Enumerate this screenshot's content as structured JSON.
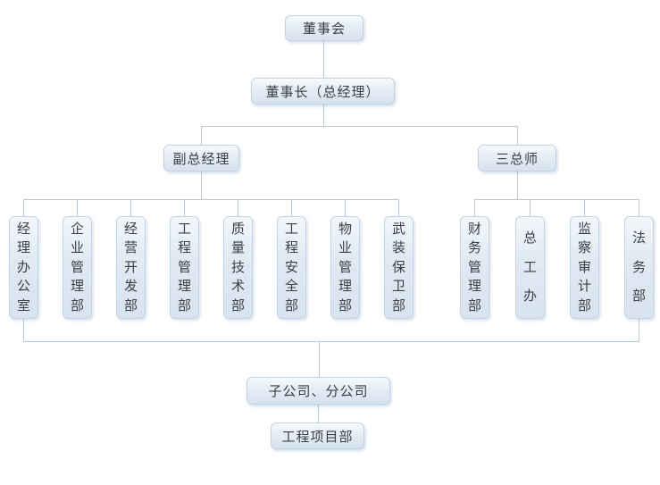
{
  "org_chart": {
    "root": "董事会",
    "chairman": "董事长（总经理）",
    "branches": {
      "deputy_general_manager": "副总经理",
      "three_chief_engineers": "三总师"
    },
    "deputy_gm_departments": [
      "经理办公室",
      "企业管理部",
      "经营开发部",
      "工程管理部",
      "质量技术部",
      "工程安全部",
      "物业管理部",
      "武装保卫部"
    ],
    "three_chiefs_departments": [
      "财务管理部",
      "总工办",
      "监察审计部",
      "法务部"
    ],
    "subsidiaries": "子公司、分公司",
    "project_department": "工程项目部"
  },
  "colors": {
    "node_fill_top": "#f7fafd",
    "node_fill_bottom": "#d6e2ee",
    "node_border": "#c4d3e3",
    "connector": "#b9c7d8",
    "text": "#3b3f45",
    "background": "#ffffff"
  }
}
